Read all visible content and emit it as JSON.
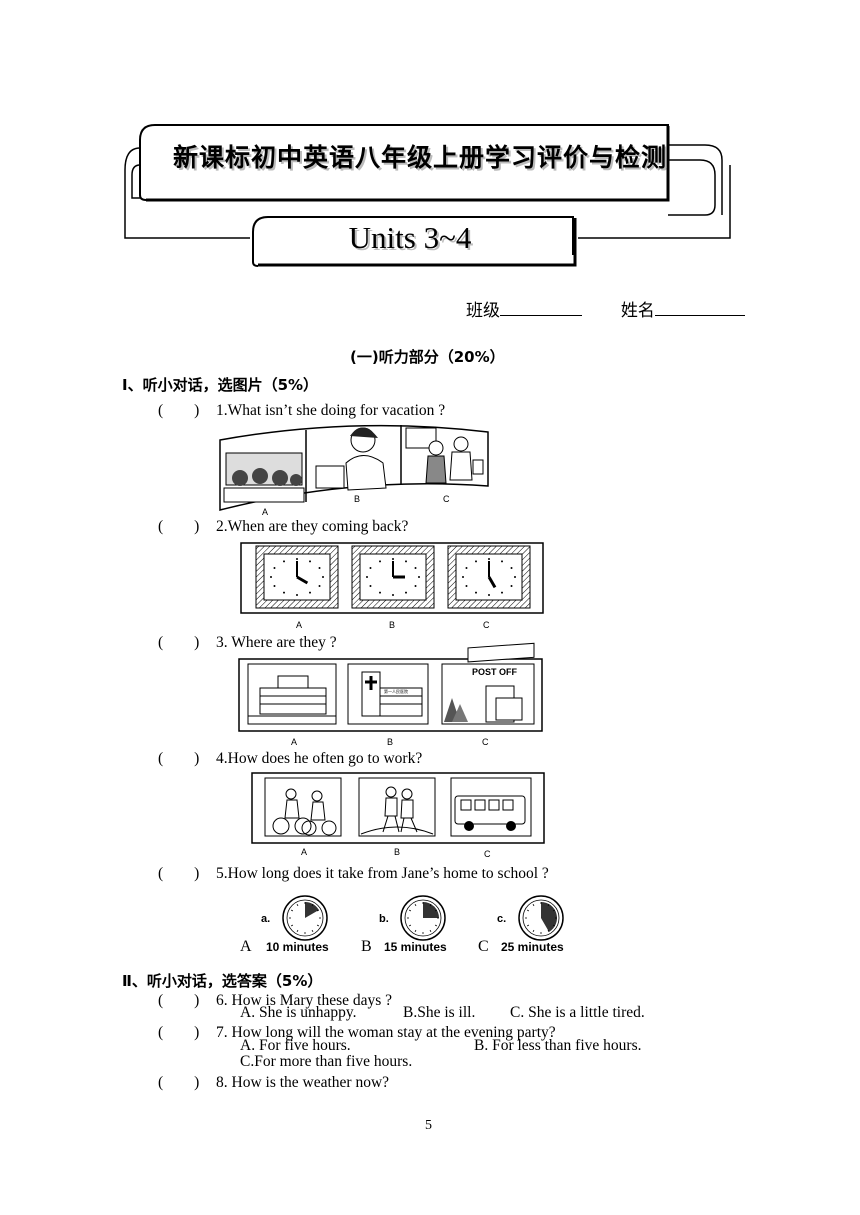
{
  "header": {
    "title": "新课标初中英语八年级上册学习评价与检测",
    "units": "Units   3~4",
    "class_label": "班级",
    "name_label": "姓名"
  },
  "listening": {
    "title": "(一)听力部分（20%）",
    "part1": {
      "title": "Ⅰ、听小对话，选图片（5%）",
      "questions": [
        {
          "paren": "(　　)",
          "text": "1.What isn’t she doing for vacation ?",
          "labels": [
            "A",
            "B",
            "C"
          ]
        },
        {
          "paren": "(　　)",
          "text": "2.When are they coming back?",
          "labels": [
            "A",
            "B",
            "C"
          ]
        },
        {
          "paren": "(　　)",
          "text": "3. Where are they ?",
          "labels": [
            "A",
            "B",
            "C"
          ]
        },
        {
          "paren": "(　　)",
          "text": "4.How does he often go to work?",
          "labels": [
            "A",
            "B",
            "C"
          ]
        },
        {
          "paren": "(　　)",
          "text": "5.How long does it take from Jane’s home to school ?",
          "options": [
            {
              "letter": "A",
              "tag": "a.",
              "minutes": "10 minutes",
              "value": 10
            },
            {
              "letter": "B",
              "tag": "b.",
              "minutes": "15 minutes",
              "value": 15
            },
            {
              "letter": "C",
              "tag": "c.",
              "minutes": "25 minutes",
              "value": 25
            }
          ]
        }
      ],
      "clock_times": [
        "4:00",
        "3:00",
        "5:00"
      ],
      "building_sign": "POST OFF",
      "hospital_sign": "第一人民医院"
    },
    "part2": {
      "title": "Ⅱ、听小对话，选答案（5%）",
      "questions": [
        {
          "paren": "(　　)",
          "text": "6. How is Mary these days ?",
          "options": [
            "A. She is unhappy.",
            "B.She is ill.",
            "C. She is a little tired."
          ]
        },
        {
          "paren": "(　　)",
          "text": "7. How long will the woman stay at the evening party?",
          "options": [
            "A. For five hours.",
            "B. For less than five hours.",
            "C.For more than five hours."
          ]
        },
        {
          "paren": "(　　)",
          "text": "8. How is the weather now?"
        }
      ]
    }
  },
  "page_number": "5"
}
